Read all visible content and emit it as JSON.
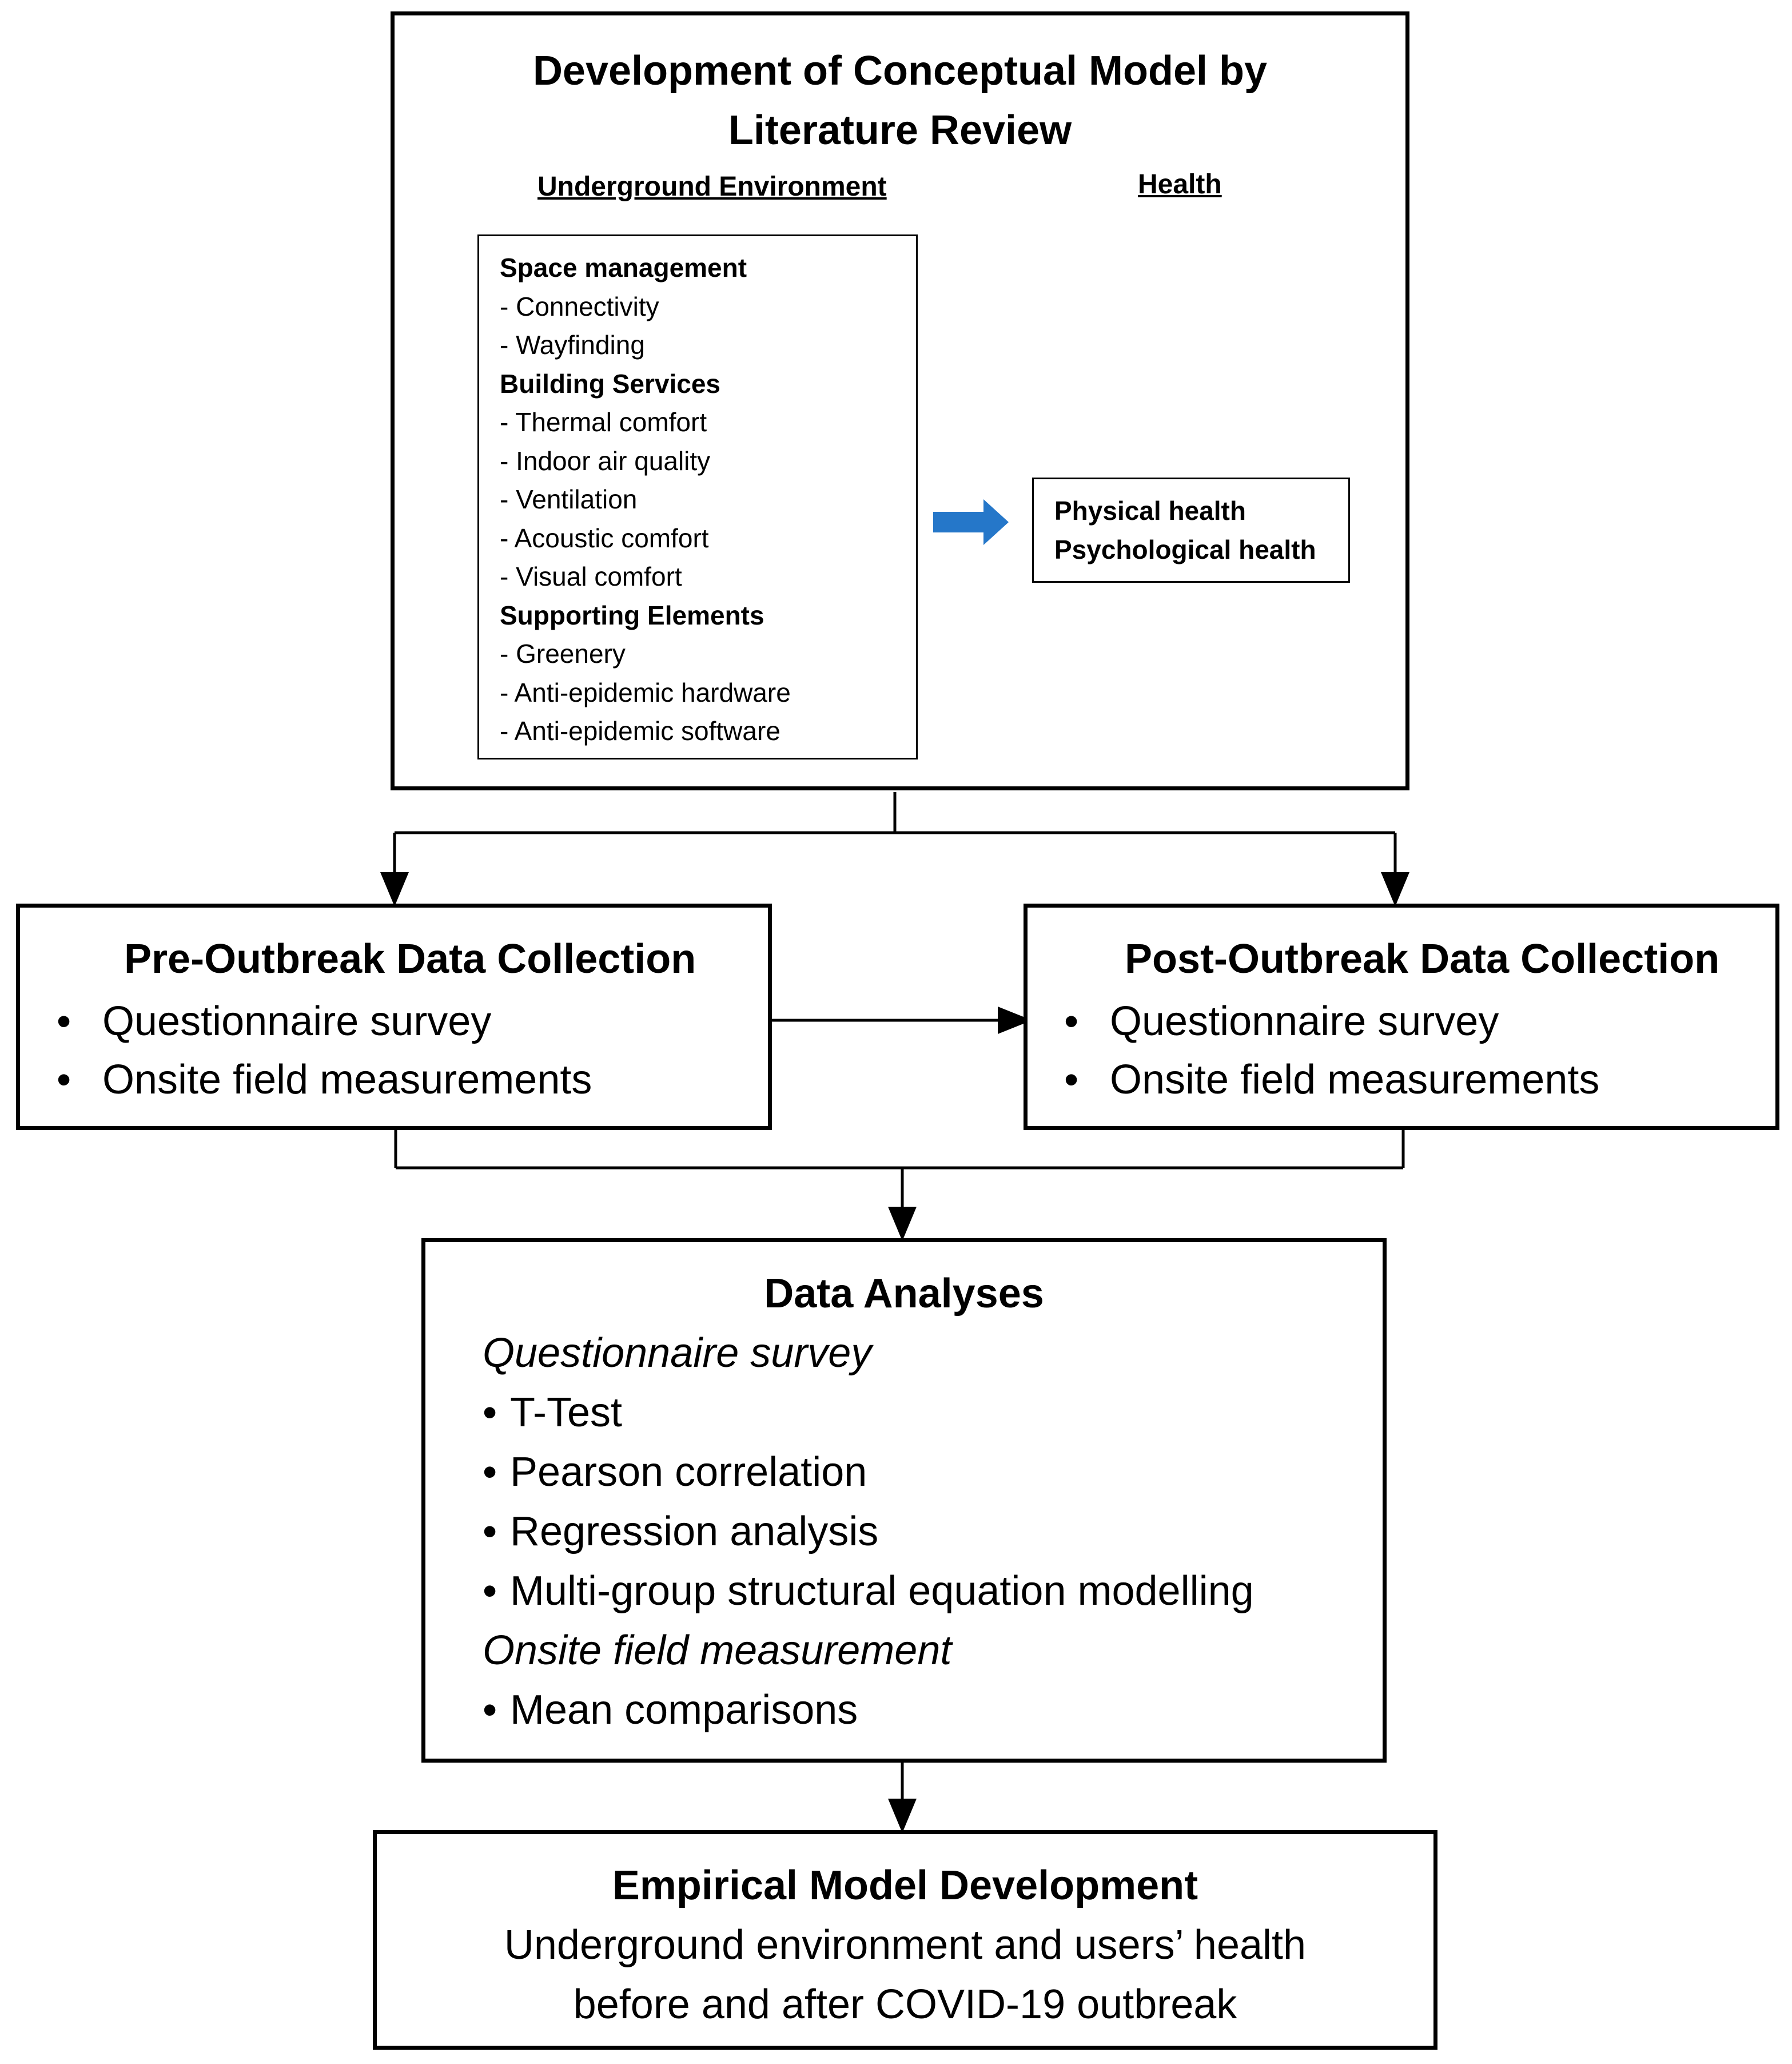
{
  "top": {
    "title_line1": "Development of Conceptual Model by",
    "title_line2": "Literature Review",
    "col_left": "Underground Environment",
    "col_right": "Health",
    "env_items": [
      {
        "text": "Space management",
        "bold": true
      },
      {
        "text": "- Connectivity",
        "bold": false
      },
      {
        "text": "- Wayfinding",
        "bold": false
      },
      {
        "text": "Building Services",
        "bold": true
      },
      {
        "text": "- Thermal comfort",
        "bold": false
      },
      {
        "text": "- Indoor air quality",
        "bold": false
      },
      {
        "text": "- Ventilation",
        "bold": false
      },
      {
        "text": "- Acoustic comfort",
        "bold": false
      },
      {
        "text": "- Visual comfort",
        "bold": false
      },
      {
        "text": "Supporting Elements",
        "bold": true
      },
      {
        "text": "- Greenery",
        "bold": false
      },
      {
        "text": "- Anti-epidemic hardware",
        "bold": false
      },
      {
        "text": "- Anti-epidemic software",
        "bold": false
      }
    ],
    "health_items": [
      "Physical health",
      "Psychological health"
    ],
    "arrow_color": "#2577C9"
  },
  "pre": {
    "title": "Pre-Outbreak Data Collection",
    "items": [
      "Questionnaire survey",
      "Onsite field measurements"
    ]
  },
  "post": {
    "title": "Post-Outbreak Data Collection",
    "items": [
      "Questionnaire survey",
      "Onsite field measurements"
    ]
  },
  "analyses": {
    "title": "Data Analyses",
    "lines": [
      {
        "text": "Questionnaire survey",
        "kind": "heading"
      },
      {
        "text": "T-Test",
        "kind": "bullet"
      },
      {
        "text": "Pearson correlation",
        "kind": "bullet"
      },
      {
        "text": "Regression analysis",
        "kind": "bullet"
      },
      {
        "text": "Multi-group structural equation modelling",
        "kind": "bullet"
      },
      {
        "text": "Onsite field measurement",
        "kind": "heading"
      },
      {
        "text": "Mean comparisons",
        "kind": "bullet"
      }
    ]
  },
  "empirical": {
    "title": "Empirical Model Development",
    "line1": "Underground environment and users’ health",
    "line2": "before and after COVID-19 outbreak"
  }
}
